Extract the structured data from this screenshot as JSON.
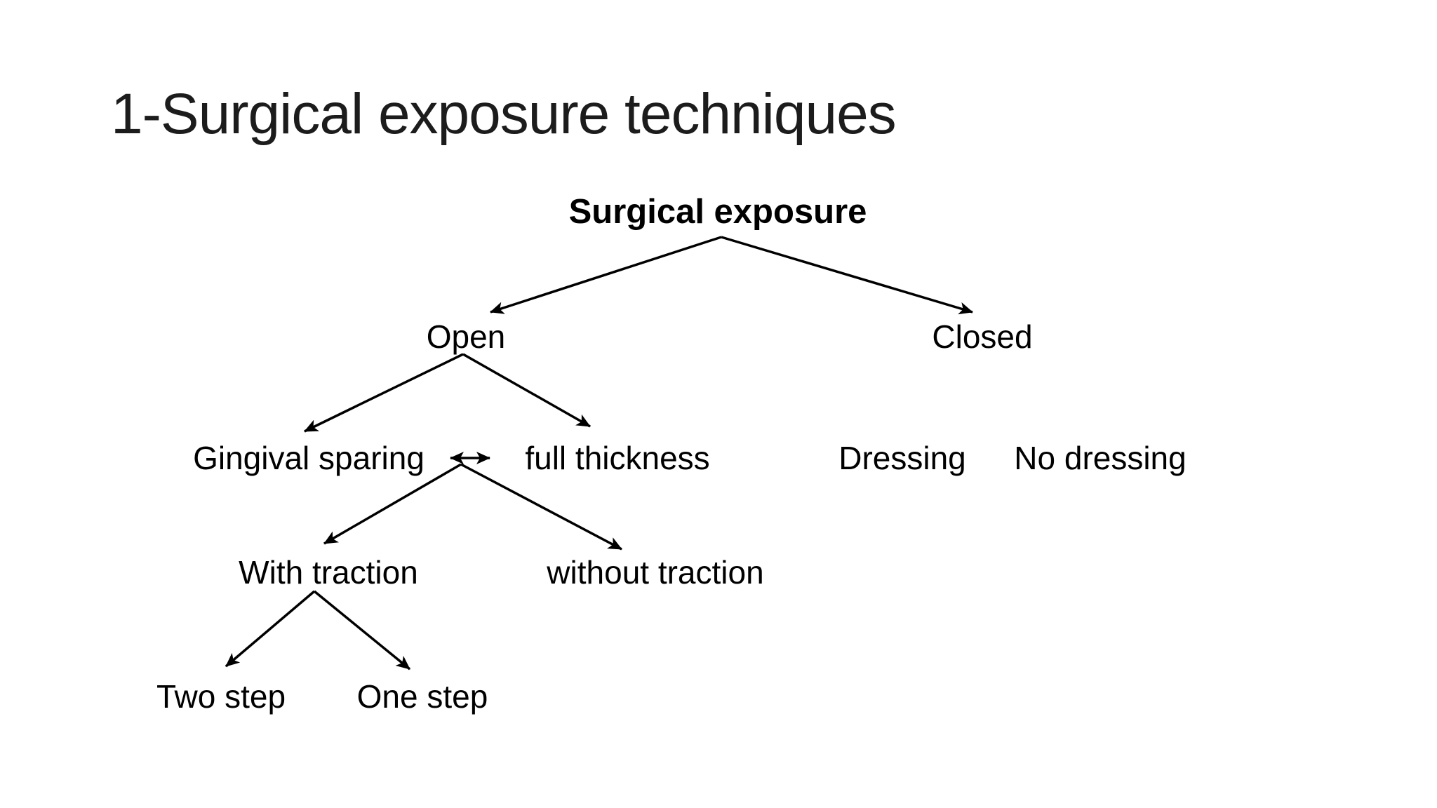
{
  "slide": {
    "title": "1-Surgical exposure techniques",
    "background_color": "#ffffff",
    "text_color": "#000000",
    "line_color": "#000000"
  },
  "diagram": {
    "type": "tree",
    "nodes": {
      "root": {
        "label": "Surgical exposure",
        "level": 0
      },
      "open": {
        "label": "Open",
        "level": 1
      },
      "closed": {
        "label": "Closed",
        "level": 1
      },
      "gingival_sparing": {
        "label": "Gingival sparing",
        "level": 2
      },
      "full_thickness": {
        "label": "full thickness",
        "level": 2
      },
      "dressing": {
        "label": "Dressing",
        "level": 2
      },
      "no_dressing": {
        "label": "No dressing",
        "level": 2
      },
      "with_traction": {
        "label": "With traction",
        "level": 3
      },
      "without_traction": {
        "label": "without traction",
        "level": 3
      },
      "two_step": {
        "label": "Two step",
        "level": 4
      },
      "one_step": {
        "label": "One step",
        "level": 4
      }
    },
    "edges": [
      {
        "from": "Surgical exposure",
        "to": "Open",
        "style": "arrow"
      },
      {
        "from": "Surgical exposure",
        "to": "Closed",
        "style": "arrow"
      },
      {
        "from": "Open",
        "to": "Gingival sparing",
        "style": "arrow"
      },
      {
        "from": "Open",
        "to": "full thickness",
        "style": "arrow"
      },
      {
        "from": "Gingival sparing",
        "to": "full thickness",
        "style": "double-headed-arrow"
      },
      {
        "from": "Gingival sparing/full thickness junction",
        "to": "With traction",
        "style": "arrow"
      },
      {
        "from": "Gingival sparing/full thickness junction",
        "to": "without traction",
        "style": "arrow"
      },
      {
        "from": "With traction",
        "to": "Two step",
        "style": "arrow"
      },
      {
        "from": "With traction",
        "to": "One step",
        "style": "arrow"
      }
    ]
  }
}
